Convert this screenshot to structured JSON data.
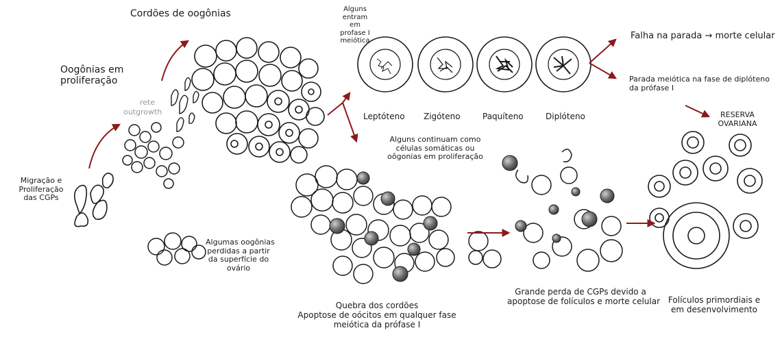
{
  "labels": {
    "cordoes_oogonias": "Cordões de oogônias",
    "oogonias_proliferacao": [
      "Oogônias em",
      "proliferação"
    ],
    "rete": "rete",
    "outgrowth": "outgrowth",
    "migracao": [
      "Migração e",
      "Proliferação",
      "das CGPs"
    ],
    "alguns_entram": [
      "Alguns",
      "entram",
      "em",
      "profase I",
      "meiótica"
    ],
    "leptoteno": "Leptóteno",
    "zigoteno": "Zigóteno",
    "paquiteno": "Paquíteno",
    "diploteno": "Diplóteno",
    "falha_parada": "Falha na parada",
    "morte_celular": "morte celular",
    "parada_meiotica": [
      "Parada meiótica na fase de diplóteno",
      "da prófase I"
    ],
    "reserva_ovariana": [
      "RESERVA",
      "OVARIANA"
    ],
    "alguns_continuam": [
      "Alguns continuam como",
      "células somáticas ou",
      "oôgonias em proliferação"
    ],
    "algumas_perdidas": [
      "Algumas oogônias",
      "perdidas a partir",
      "da superfície do",
      "ovário"
    ],
    "quebra_cordoes": [
      "Quebra dos cordões",
      "Apoptose de oócitos em qualquer fase",
      "meiótica da prófase I"
    ],
    "grande_perda": [
      "Grande perda de CGPs devido a",
      "apoptose de folículos e morte celular"
    ],
    "foliculos": [
      "Folículos primordiais e",
      "em desenvolvimento"
    ]
  },
  "colors": {
    "arrow": "#8b1a1a",
    "stroke": "#1a1a1a",
    "dark_cell": "#5a5a5a"
  },
  "icons": {
    "right-arrow": "→"
  }
}
